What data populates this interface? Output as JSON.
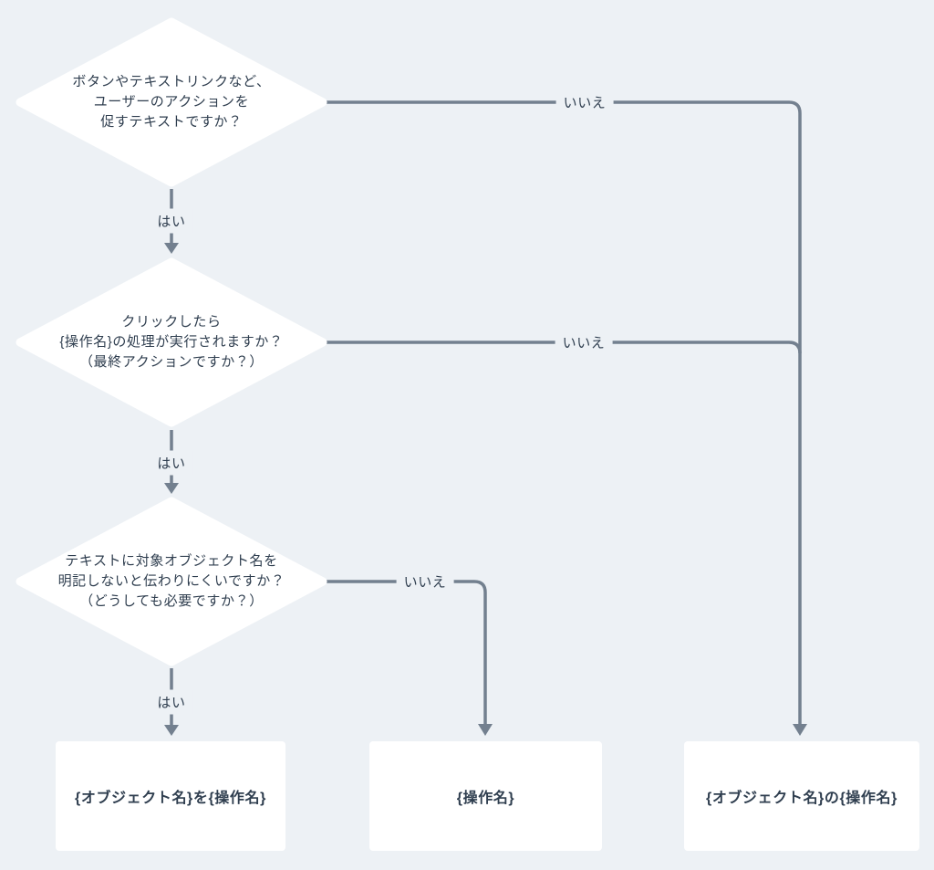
{
  "canvas": {
    "background_color": "#edf1f5",
    "node_fill_color": "#ffffff",
    "connector_color": "#73808f",
    "text_color": "#2f3e4f"
  },
  "flowchart": {
    "decisions": [
      {
        "question": "ボタンやテキストリンクなど、\nユーザーのアクションを\n促すテキストですか？",
        "yes_label": "はい",
        "no_label": "いいえ"
      },
      {
        "question": "クリックしたら\n{操作名}の処理が実行されますか？\n（最終アクションですか？）",
        "yes_label": "はい",
        "no_label": "いいえ"
      },
      {
        "question": "テキストに対象オブジェクト名を\n明記しないと伝わりにくいですか？\n（どうしても必要ですか？）",
        "yes_label": "はい",
        "no_label": "いいえ"
      }
    ],
    "results": [
      {
        "label": "{オブジェクト名}を{操作名}"
      },
      {
        "label": "{操作名}"
      },
      {
        "label": "{オブジェクト名}の{操作名}"
      }
    ]
  }
}
